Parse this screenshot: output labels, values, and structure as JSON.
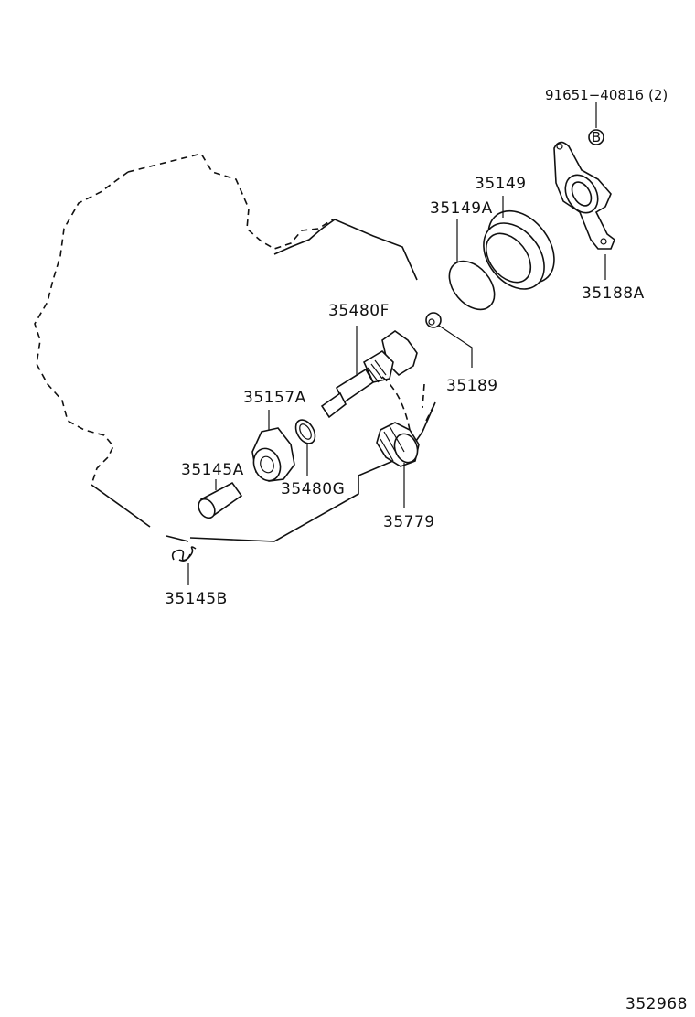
{
  "diagram": {
    "part_labels": {
      "p91651": "91651−40816",
      "p91651_qty": "(2)",
      "bolt_marker": "B",
      "p35149": "35149",
      "p35149A": "35149A",
      "p35188A": "35188A",
      "p35480F": "35480F",
      "p35189": "35189",
      "p35157A": "35157A",
      "p35145A": "35145A",
      "p35480G": "35480G",
      "p35779": "35779",
      "p35145B": "35145B"
    },
    "figure_number": "352968"
  }
}
